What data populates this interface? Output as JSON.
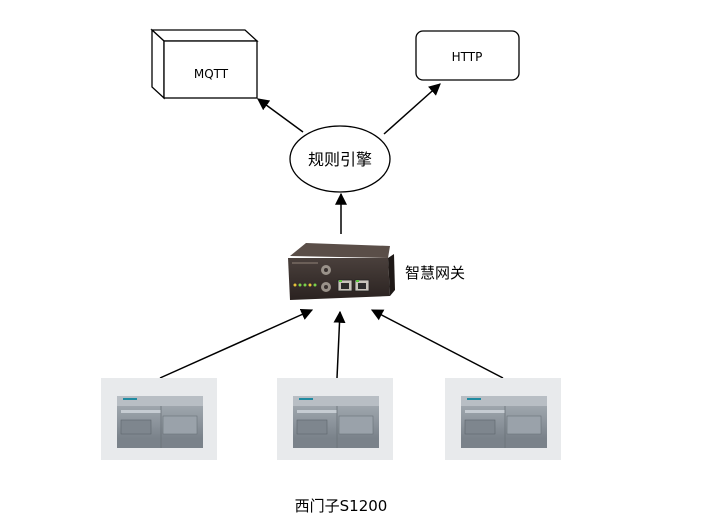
{
  "nodes": {
    "mqtt": "MQTT",
    "http": "HTTP",
    "rules_engine": "规则引擎",
    "gateway": "智慧网关",
    "plc_caption": "西门子S1200"
  },
  "icons": {
    "mqtt": "box-3d-icon",
    "http": "rounded-rect-icon",
    "gateway": "gateway-device-icon",
    "plc": "siemens-s1200-plc-icon"
  },
  "colors": {
    "stroke": "#000000",
    "plc_body": "#8c949c",
    "gateway_body": "#3a3230"
  }
}
